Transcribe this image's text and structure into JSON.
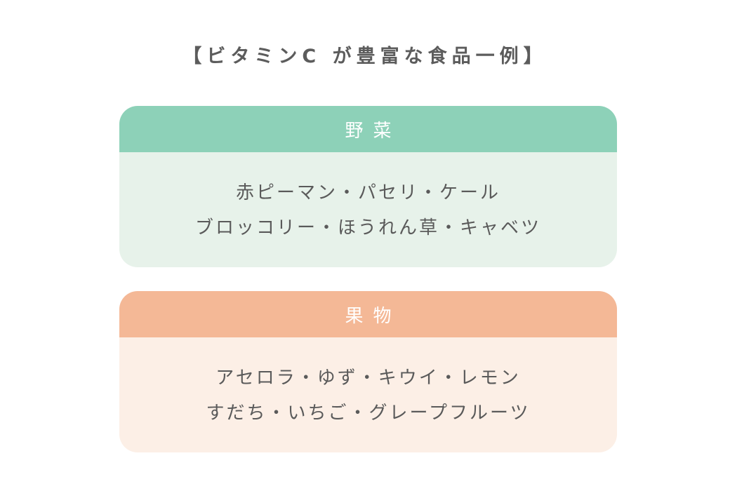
{
  "title": "【ビタミンC が豊富な食品一例】",
  "colors": {
    "vegetable_header": "#8dd1b8",
    "vegetable_body": "#e7f2ea",
    "fruit_header": "#f4b896",
    "fruit_body": "#fcefe6",
    "text": "#5a5a5a"
  },
  "sections": [
    {
      "heading": "野菜",
      "lines": [
        "赤ピーマン・パセリ・ケール",
        "ブロッコリー・ほうれん草・キャベツ"
      ]
    },
    {
      "heading": "果物",
      "lines": [
        "アセロラ・ゆず・キウイ・レモン",
        "すだち・いちご・グレープフルーツ"
      ]
    }
  ]
}
